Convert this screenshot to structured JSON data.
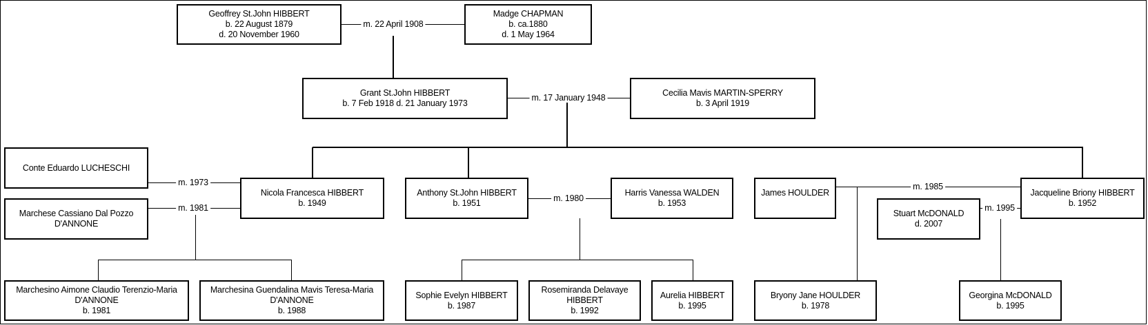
{
  "persons": {
    "geoffrey": {
      "lines": [
        "Geoffrey St.John HIBBERT",
        "b. 22 August 1879",
        "d. 20 November 1960"
      ]
    },
    "madge": {
      "lines": [
        "Madge CHAPMAN",
        "b. ca.1880",
        "d. 1 May 1964"
      ]
    },
    "grant": {
      "lines": [
        "Grant St.John HIBBERT",
        "b. 7 Feb 1918 d. 21 January 1973"
      ]
    },
    "cecilia": {
      "lines": [
        "Cecilia Mavis MARTIN-SPERRY",
        "b. 3 April 1919"
      ]
    },
    "conte": {
      "lines": [
        "Conte Eduardo LUCHESCHI"
      ]
    },
    "marchese": {
      "lines": [
        "Marchese Cassiano Dal Pozzo",
        "D'ANNONE"
      ]
    },
    "nicola": {
      "lines": [
        "Nicola Francesca HIBBERT",
        "b. 1949"
      ]
    },
    "anthony": {
      "lines": [
        "Anthony St.John HIBBERT",
        "b. 1951"
      ]
    },
    "harris": {
      "lines": [
        "Harris Vanessa WALDEN",
        "b. 1953"
      ]
    },
    "james": {
      "lines": [
        "James HOULDER"
      ]
    },
    "jacqueline": {
      "lines": [
        "Jacqueline Briony HIBBERT",
        "b. 1952"
      ]
    },
    "stuart": {
      "lines": [
        "Stuart McDONALD",
        "d. 2007"
      ]
    },
    "marchesino": {
      "lines": [
        "Marchesino Aimone Claudio Terenzio-Maria",
        "D'ANNONE",
        "b. 1981"
      ]
    },
    "marchesina": {
      "lines": [
        "Marchesina Guendalina Mavis Teresa-Maria",
        "D'ANNONE",
        "b. 1988"
      ]
    },
    "sophie": {
      "lines": [
        "Sophie Evelyn HIBBERT",
        "b. 1987"
      ]
    },
    "rosemiranda": {
      "lines": [
        "Rosemiranda Delavaye",
        "HIBBERT",
        "b. 1992"
      ]
    },
    "aurelia": {
      "lines": [
        "Aurelia HIBBERT",
        "b. 1995"
      ]
    },
    "bryony": {
      "lines": [
        "Bryony Jane HOULDER",
        "b. 1978"
      ]
    },
    "georgina": {
      "lines": [
        "Georgina McDONALD",
        "b. 1995"
      ]
    }
  },
  "marriages": {
    "geoffrey_madge": "m. 22 April 1908",
    "grant_cecilia": "m. 17 January 1948",
    "conte_nicola": "m. 1973",
    "marchese_nicola": "m. 1981",
    "anthony_harris": "m. 1980",
    "james_jacqueline": "m. 1985",
    "stuart_jacqueline": "m. 1995"
  }
}
